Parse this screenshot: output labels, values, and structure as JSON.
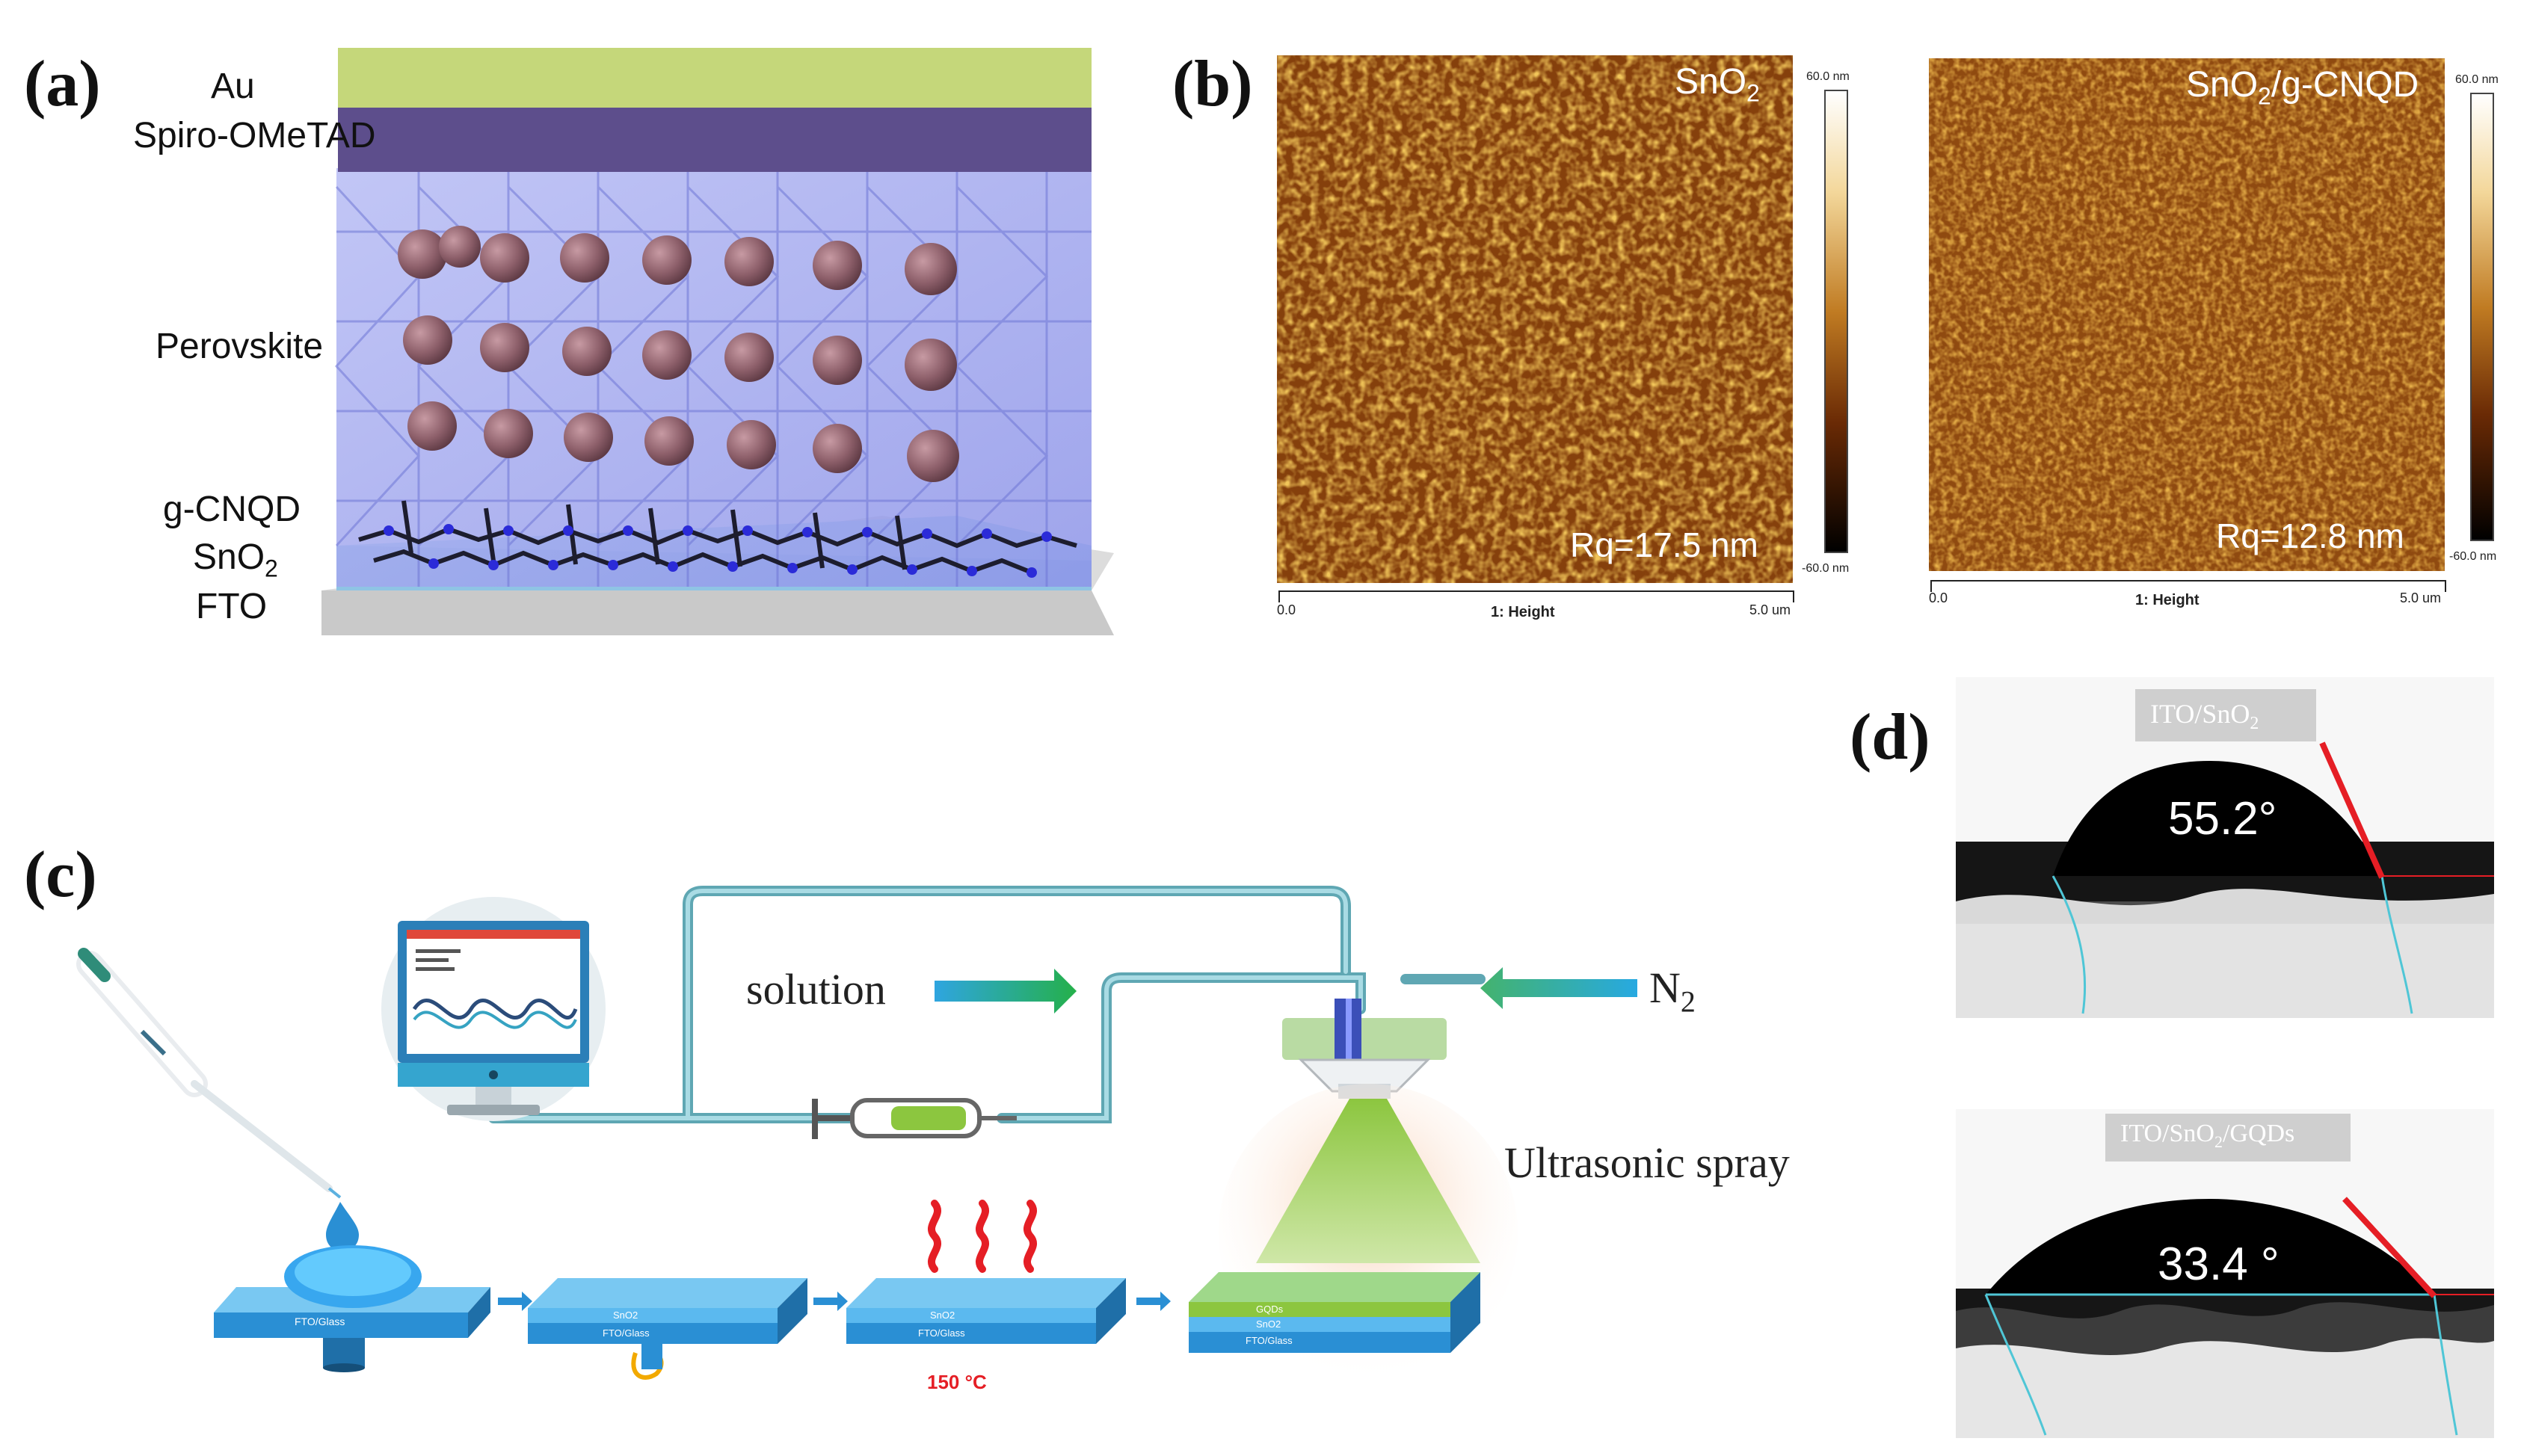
{
  "panels": {
    "a": {
      "label": "(a)",
      "layers": {
        "au": "Au",
        "spiro": "Spiro-OMeTAD",
        "perovskite": "Perovskite",
        "gcnqd": "g-CNQD",
        "sno2": "SnO",
        "sno2_sub": "2",
        "fto": "FTO"
      }
    },
    "b": {
      "label": "(b)",
      "left": {
        "title": "SnO",
        "title_sub": "2",
        "rq": "Rq=17.5 nm",
        "scale_top": "60.0 nm",
        "scale_bottom": "-60.0 nm",
        "axis_start": "0.0",
        "axis_mid": "1: Height",
        "axis_end": "5.0 um"
      },
      "right": {
        "title_pre": "SnO",
        "title_sub": "2",
        "title_post": "/g-CNQD",
        "rq": "Rq=12.8 nm",
        "scale_top": "60.0 nm",
        "scale_bottom": "-60.0 nm",
        "axis_start": "0.0",
        "axis_mid": "1: Height",
        "axis_end": "5.0 um"
      }
    },
    "c": {
      "label": "(c)",
      "solution": "solution",
      "n2": "N",
      "n2_sub": "2",
      "spray": "Ultrasonic spray",
      "temp": "150 °C",
      "stage1": "FTO/Glass",
      "stage2_top": "SnO2",
      "stage2_bottom": "FTO/Glass",
      "stage3_top": "SnO2",
      "stage3_bottom": "FTO/Glass",
      "stage4_top": "GQDs",
      "stage4_mid": "SnO2",
      "stage4_bottom": "FTO/Glass"
    },
    "d": {
      "label": "(d)",
      "top": {
        "tag_pre": "ITO/SnO",
        "tag_sub": "2",
        "angle": "55.2°"
      },
      "bottom": {
        "tag_pre": "ITO/SnO",
        "tag_sub": "2",
        "tag_post": "/GQDs",
        "angle": "33.4 °"
      }
    }
  },
  "colors": {
    "au": "#c5d77a",
    "spiro": "#5d4e8c",
    "perovskite": "#9ea4ec",
    "cation": "#8d5f6a",
    "sno2": "#9ccde8",
    "fto": "#cfcfcf",
    "tube": "#7fc6d4",
    "spray": "#8cc63f",
    "afm_dark": "#3a1300",
    "afm_light": "#e7b54a",
    "tangent": "#e51e25"
  }
}
